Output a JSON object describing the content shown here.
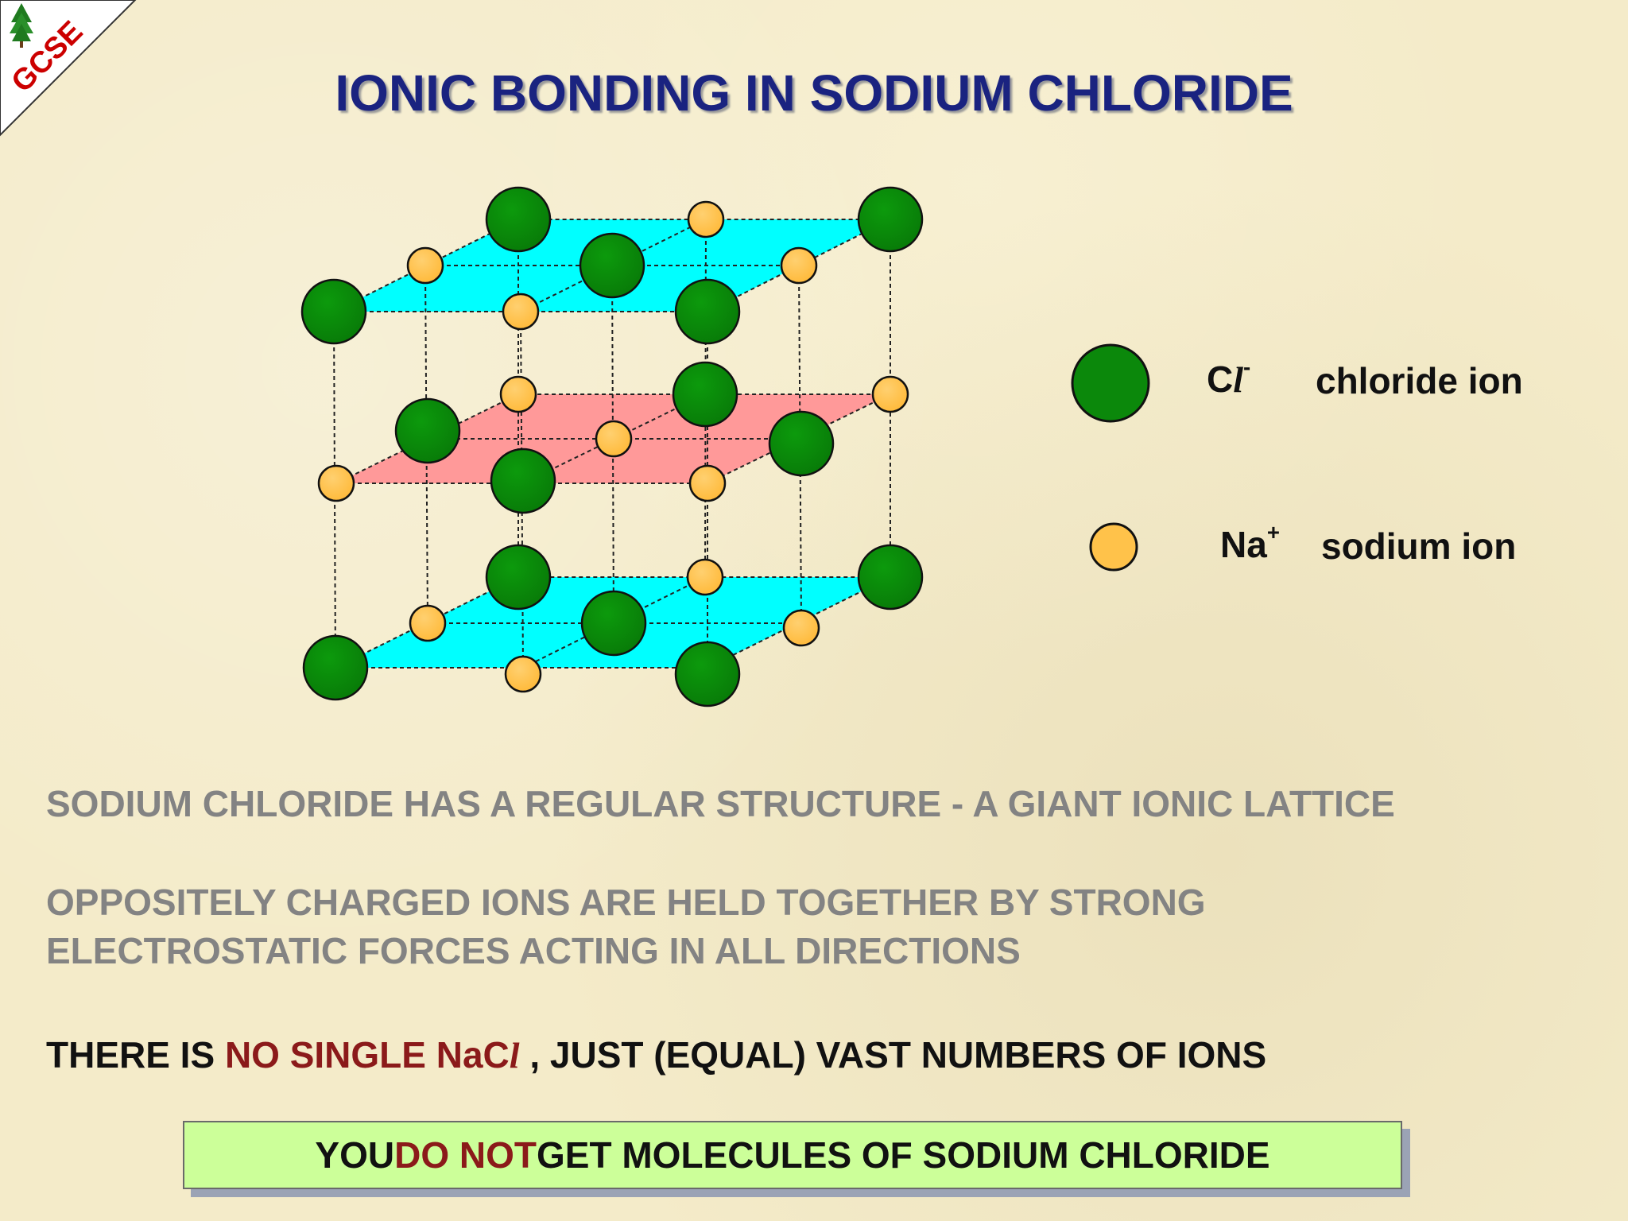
{
  "badge": {
    "text": "GCSE"
  },
  "title": "IONIC BONDING IN SODIUM CHLORIDE",
  "legend": {
    "chloride": {
      "symbol_main": "C",
      "symbol_italic": "l",
      "charge": "-",
      "label": "chloride ion",
      "color": "#0a8a0a"
    },
    "sodium": {
      "symbol_main": "Na",
      "charge": "+",
      "label": "sodium ion",
      "color": "#ffc24a"
    }
  },
  "lattice_planes": {
    "top": "#00ffff",
    "middle": "#ff9999",
    "bottom": "#00ffff"
  },
  "text": {
    "line1": "SODIUM CHLORIDE  HAS A REGULAR STRUCTURE - A GIANT IONIC LATTICE",
    "line2a": "OPPOSITELY CHARGED IONS ARE HELD TOGETHER BY STRONG",
    "line2b": "ELECTROSTATIC FORCES ACTING IN ALL DIRECTIONS",
    "line3_pre": "THERE IS ",
    "line3_red_main": "NO SINGLE NaC",
    "line3_red_italic": "l",
    "line3_post": " , JUST (EQUAL) VAST NUMBERS OF IONS"
  },
  "box": {
    "pre": "YOU ",
    "red": "DO NOT",
    "post": " GET MOLECULES OF SODIUM CHLORIDE"
  }
}
